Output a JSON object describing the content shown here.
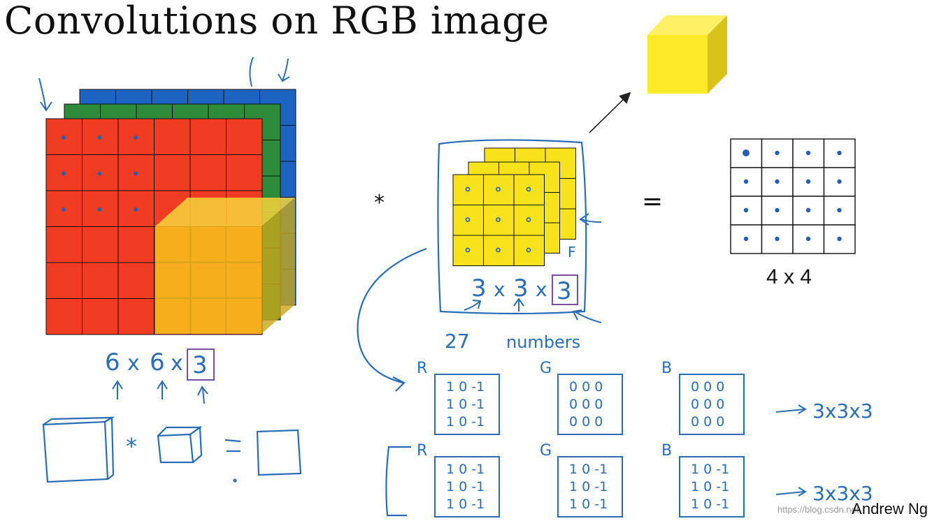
{
  "title": "Convolutions on RGB image",
  "operators": {
    "convolve": "*",
    "equals": "="
  },
  "input": {
    "grid_size": 6,
    "channels": [
      "R",
      "G",
      "B"
    ],
    "channel_colors": {
      "R": "#f03c23",
      "G": "#2e8b3a",
      "B": "#1c63c2"
    },
    "annotation": {
      "first": "6",
      "sep1": "x",
      "second": "6",
      "sep2": "x",
      "boxed": "3"
    }
  },
  "filter": {
    "grid_size": 3,
    "color": "#f7e21b",
    "label": "F",
    "annotation": {
      "first": "3",
      "sep1": "x",
      "second": "3",
      "sep2": "x",
      "boxed": "3"
    },
    "count_text": "27",
    "count_word": "numbers"
  },
  "output": {
    "grid_size": 4,
    "dims_label": "4 x 4",
    "cube_color": "#ffea2a"
  },
  "filter_examples": {
    "row1": {
      "channels": [
        {
          "label": "R",
          "rows": [
            "1 0 -1",
            "1 0 -1",
            "1 0 -1"
          ]
        },
        {
          "label": "G",
          "rows": [
            "0 0 0",
            "0 0 0",
            "0 0 0"
          ]
        },
        {
          "label": "B",
          "rows": [
            "0 0 0",
            "0 0 0",
            "0 0 0"
          ]
        }
      ],
      "result": "3x3x3"
    },
    "row2": {
      "channels": [
        {
          "label": "R",
          "rows": [
            "1 0 -1",
            "1 0 -1",
            "1 0 -1"
          ]
        },
        {
          "label": "G",
          "rows": [
            "1 0 -1",
            "1 0 -1",
            "1 0 -1"
          ]
        },
        {
          "label": "B",
          "rows": [
            "1 0 -1",
            "1 0 -1",
            "1 0 -1"
          ]
        }
      ],
      "result": "3x3x3"
    }
  },
  "author": "Andrew Ng",
  "watermark": "https://blog.csdn.net"
}
